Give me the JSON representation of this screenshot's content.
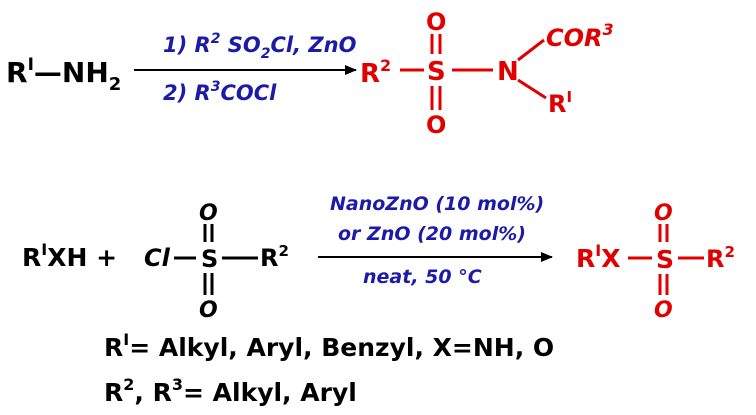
{
  "colors": {
    "black": "#000000",
    "red": "#e00000",
    "blue": "#1b1ba8"
  },
  "reaction1": {
    "reactant": {
      "r": "R",
      "sup": "I",
      "rest": "—NH",
      "sub": "2"
    },
    "cond1": {
      "a": "1) R",
      "sup": "2",
      "b": " SO",
      "sub": "2",
      "c": "Cl, ZnO"
    },
    "cond2": {
      "a": "2) R",
      "sup": "3",
      "b": "COCl"
    },
    "product": {
      "o_top": "O",
      "o_bottom": "O",
      "s": "S",
      "n": "N",
      "r2": "R",
      "r2_sup": "2",
      "cor3": "COR",
      "cor3_sup": "3",
      "r1": "R",
      "r1_sup": "I"
    }
  },
  "reaction2": {
    "reactant1": {
      "r": "R",
      "sup": "I",
      "rest": "XH +"
    },
    "reactant2": {
      "cl": "Cl",
      "s": "S",
      "o_top": "O",
      "o_bottom": "O",
      "r": "R",
      "sup": "2"
    },
    "cond1": "NanoZnO (10 mol%)",
    "cond2": "or ZnO (20 mol%)",
    "cond3": "neat, 50 °C",
    "product": {
      "r": "R",
      "sup": "I",
      "x": "X",
      "s": "S",
      "o_top": "O",
      "o_bottom": "O",
      "r2": "R",
      "r2_sup": "2"
    }
  },
  "legend": {
    "line1": {
      "r": "R",
      "sup": "I",
      "text": "= Alkyl, Aryl, Benzyl, X=NH, O"
    },
    "line2": {
      "r": "R",
      "sup": "2",
      "mid": ", R",
      "sup2": "3",
      "text": "= Alkyl, Aryl"
    }
  }
}
